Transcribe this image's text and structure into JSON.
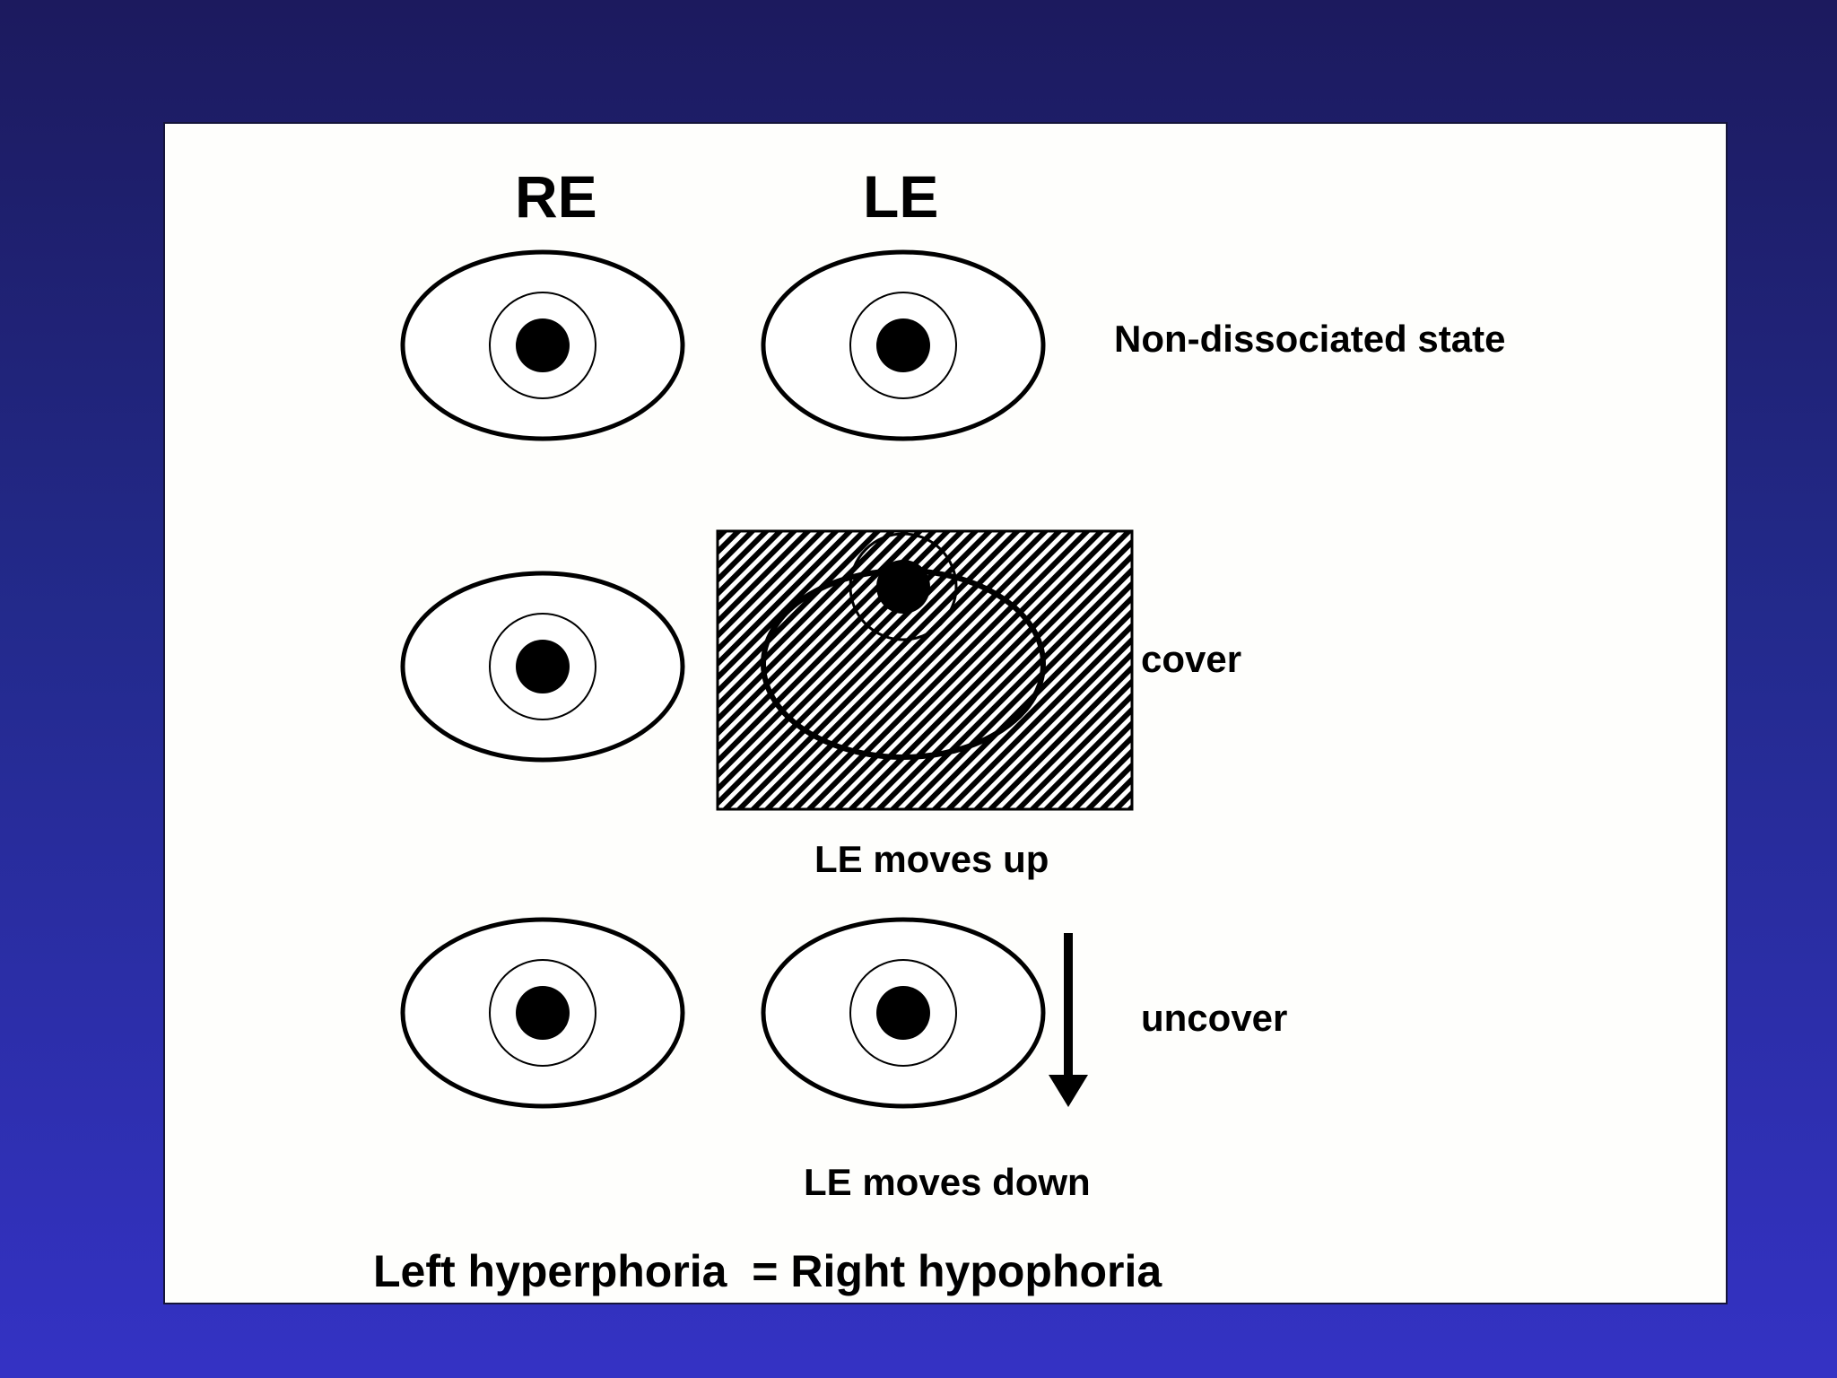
{
  "headers": {
    "right_eye": "RE",
    "left_eye": "LE"
  },
  "rows": [
    {
      "label": "Non-dissociated state",
      "caption": "",
      "left_eye_covered": false,
      "left_eye_shift": "none"
    },
    {
      "label": "cover",
      "caption": "LE moves up",
      "left_eye_covered": true,
      "left_eye_shift": "up"
    },
    {
      "label": "uncover",
      "caption": "LE moves down",
      "left_eye_covered": false,
      "left_eye_shift": "none",
      "movement_arrow": "down"
    }
  ],
  "conclusion": "Left hyperphoria  = Right hypophoria",
  "colors": {
    "background_top": "#1c1a5e",
    "background_bottom": "#3432c4",
    "panel": "#fefefc",
    "ink": "#000000"
  }
}
